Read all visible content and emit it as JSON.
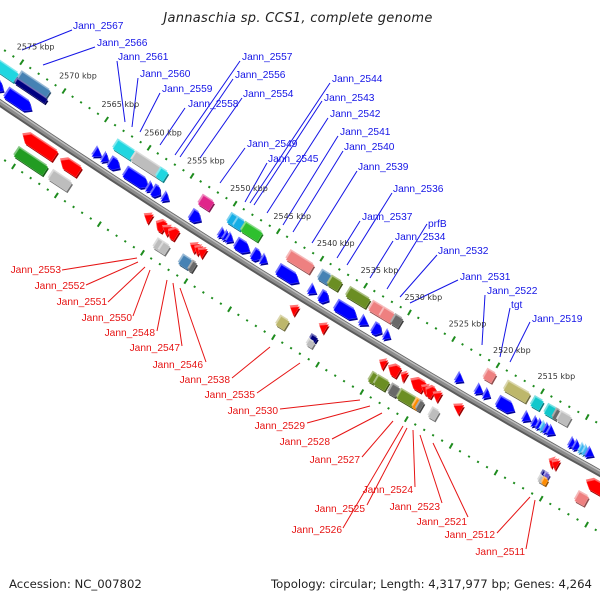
{
  "title": "Jannaschia sp. CCS1, complete genome",
  "footer": {
    "accession": "Accession: NC_007802",
    "summary": "Topology: circular; Length: 4,317,977 bp; Genes: 4,264"
  },
  "colors": {
    "forward_label": "#1414e6",
    "reverse_label": "#e61414",
    "backbone": "#8c8c8c",
    "ruler": "#1e8c1e"
  },
  "palette": {
    "blue": "#0000ff",
    "light_sky_blue": "#3ab4f2",
    "red": "#ff0000",
    "cyan": "#1fd6e0",
    "steel_blue": "#4682b4",
    "navy": "#000080",
    "light_gray": "#bdbdbd",
    "deep_pink": "#e0268a",
    "deep_sky_blue": "#14aee6",
    "lime_green": "#2ec02e",
    "forest_green": "#229c22",
    "light_coral": "#ee8080",
    "olive_drab": "#6b8e23",
    "dim_gray": "#696969",
    "dark_khaki": "#bdb76b",
    "dark_turquoise": "#10c8cc",
    "orange": "#ff8c00",
    "slate_blue": "#6a5acd"
  },
  "ruler": {
    "unit": "kbp",
    "major_tick_kbp": 5,
    "minor_tick_kbp": 1,
    "labels": [
      {
        "kbp": 2575,
        "text": "2575 kbp"
      },
      {
        "kbp": 2570,
        "text": "2570 kbp"
      },
      {
        "kbp": 2565,
        "text": "2565 kbp"
      },
      {
        "kbp": 2560,
        "text": "2560 kbp"
      },
      {
        "kbp": 2555,
        "text": "2555 kbp"
      },
      {
        "kbp": 2550,
        "text": "2550 kbp"
      },
      {
        "kbp": 2545,
        "text": "2545 kbp"
      },
      {
        "kbp": 2540,
        "text": "2540 kbp"
      },
      {
        "kbp": 2535,
        "text": "2535 kbp"
      },
      {
        "kbp": 2530,
        "text": "2530 kbp"
      },
      {
        "kbp": 2525,
        "text": "2525 kbp"
      },
      {
        "kbp": 2520,
        "text": "2520 kbp"
      },
      {
        "kbp": 2515,
        "text": "2515 kbp"
      }
    ]
  },
  "features": [
    {
      "strand": "forward",
      "track": "cog",
      "from_kbp": 2578.0,
      "to_kbp": 2574.6,
      "color": "cyan"
    },
    {
      "strand": "forward",
      "track": "cog",
      "lane": "far",
      "from_kbp": 2574.4,
      "to_kbp": 2571.1,
      "color": "steel_blue"
    },
    {
      "strand": "forward",
      "track": "cog",
      "lane": "near",
      "from_kbp": 2574.4,
      "to_kbp": 2570.9,
      "color": "navy"
    },
    {
      "strand": "forward",
      "track": "cog",
      "from_kbp": 2562.9,
      "to_kbp": 2560.9,
      "color": "cyan"
    },
    {
      "strand": "forward",
      "track": "cog",
      "from_kbp": 2560.8,
      "to_kbp": 2557.9,
      "color": "light_gray"
    },
    {
      "strand": "forward",
      "track": "cog",
      "from_kbp": 2557.9,
      "to_kbp": 2557.1,
      "color": "cyan"
    },
    {
      "strand": "forward",
      "track": "cog",
      "from_kbp": 2553.0,
      "to_kbp": 2551.8,
      "color": "deep_pink"
    },
    {
      "strand": "forward",
      "track": "cog",
      "from_kbp": 2549.7,
      "to_kbp": 2548.9,
      "color": "deep_sky_blue"
    },
    {
      "strand": "forward",
      "track": "cog",
      "from_kbp": 2549.0,
      "to_kbp": 2548.2,
      "color": "deep_sky_blue"
    },
    {
      "strand": "forward",
      "track": "cog",
      "from_kbp": 2548.1,
      "to_kbp": 2546.2,
      "color": "lime_green"
    },
    {
      "strand": "forward",
      "track": "cog",
      "from_kbp": 2542.9,
      "to_kbp": 2540.3,
      "color": "light_coral"
    },
    {
      "strand": "forward",
      "track": "cog",
      "from_kbp": 2539.3,
      "to_kbp": 2538.3,
      "color": "steel_blue"
    },
    {
      "strand": "forward",
      "track": "cog",
      "from_kbp": 2538.2,
      "to_kbp": 2537.1,
      "color": "olive_drab"
    },
    {
      "strand": "forward",
      "track": "cog",
      "from_kbp": 2536.1,
      "to_kbp": 2533.9,
      "color": "olive_drab"
    },
    {
      "strand": "forward",
      "track": "cog",
      "from_kbp": 2533.5,
      "to_kbp": 2532.3,
      "color": "light_coral"
    },
    {
      "strand": "forward",
      "track": "cog",
      "from_kbp": 2532.3,
      "to_kbp": 2531.1,
      "color": "light_coral"
    },
    {
      "strand": "forward",
      "track": "cog",
      "from_kbp": 2531.0,
      "to_kbp": 2530.2,
      "color": "dim_gray"
    },
    {
      "strand": "forward",
      "track": "cog",
      "from_kbp": 2520.6,
      "to_kbp": 2519.7,
      "color": "light_coral"
    },
    {
      "strand": "forward",
      "track": "cog",
      "from_kbp": 2518.3,
      "to_kbp": 2515.9,
      "color": "dark_khaki"
    },
    {
      "strand": "forward",
      "track": "cog",
      "from_kbp": 2515.3,
      "to_kbp": 2514.4,
      "color": "dark_turquoise"
    },
    {
      "strand": "forward",
      "track": "cog",
      "from_kbp": 2513.8,
      "to_kbp": 2512.9,
      "color": "dark_turquoise"
    },
    {
      "strand": "forward",
      "track": "cog",
      "from_kbp": 2512.9,
      "to_kbp": 2512.5,
      "color": "dim_gray"
    },
    {
      "strand": "forward",
      "track": "cog",
      "from_kbp": 2512.4,
      "to_kbp": 2511.3,
      "color": "light_gray"
    },
    {
      "strand": "forward",
      "track": "cds",
      "from_kbp": 2577.5,
      "to_kbp": 2574.9,
      "color": "blue"
    },
    {
      "strand": "forward",
      "track": "cds",
      "from_kbp": 2574.5,
      "to_kbp": 2571.6,
      "color": "blue"
    },
    {
      "strand": "forward",
      "track": "cds",
      "from_kbp": 2564.2,
      "to_kbp": 2563.4,
      "color": "blue"
    },
    {
      "strand": "forward",
      "track": "cds",
      "from_kbp": 2563.2,
      "to_kbp": 2562.6,
      "color": "blue"
    },
    {
      "strand": "forward",
      "track": "cds",
      "from_kbp": 2562.4,
      "to_kbp": 2561.3,
      "color": "blue"
    },
    {
      "strand": "forward",
      "track": "cds",
      "from_kbp": 2560.6,
      "to_kbp": 2558.0,
      "color": "blue"
    },
    {
      "strand": "forward",
      "track": "cds",
      "from_kbp": 2558.0,
      "to_kbp": 2557.3,
      "color": "blue"
    },
    {
      "strand": "forward",
      "track": "cds",
      "from_kbp": 2557.4,
      "to_kbp": 2556.6,
      "color": "blue"
    },
    {
      "strand": "forward",
      "track": "cds",
      "from_kbp": 2556.2,
      "to_kbp": 2555.6,
      "color": "blue"
    },
    {
      "strand": "forward",
      "track": "cds",
      "from_kbp": 2553.0,
      "to_kbp": 2551.9,
      "color": "blue"
    },
    {
      "strand": "forward",
      "track": "cds",
      "from_kbp": 2549.7,
      "to_kbp": 2549.1,
      "color": "blue"
    },
    {
      "strand": "forward",
      "track": "cds",
      "from_kbp": 2549.2,
      "to_kbp": 2548.7,
      "color": "blue"
    },
    {
      "strand": "forward",
      "track": "cds",
      "from_kbp": 2548.8,
      "to_kbp": 2548.2,
      "color": "blue"
    },
    {
      "strand": "forward",
      "track": "cds",
      "from_kbp": 2547.8,
      "to_kbp": 2546.3,
      "color": "blue"
    },
    {
      "strand": "forward",
      "track": "cds",
      "from_kbp": 2545.9,
      "to_kbp": 2545.0,
      "color": "blue"
    },
    {
      "strand": "forward",
      "track": "cds",
      "from_kbp": 2544.9,
      "to_kbp": 2544.3,
      "color": "blue"
    },
    {
      "strand": "forward",
      "track": "cds",
      "from_kbp": 2543.0,
      "to_kbp": 2540.7,
      "color": "blue"
    },
    {
      "strand": "forward",
      "track": "cds",
      "from_kbp": 2539.4,
      "to_kbp": 2538.7,
      "color": "blue"
    },
    {
      "strand": "forward",
      "track": "cds",
      "from_kbp": 2538.2,
      "to_kbp": 2537.3,
      "color": "blue"
    },
    {
      "strand": "forward",
      "track": "cds",
      "from_kbp": 2536.4,
      "to_kbp": 2534.1,
      "color": "blue"
    },
    {
      "strand": "forward",
      "track": "cds",
      "from_kbp": 2533.6,
      "to_kbp": 2532.8,
      "color": "blue"
    },
    {
      "strand": "forward",
      "track": "cds",
      "from_kbp": 2532.2,
      "to_kbp": 2531.3,
      "color": "blue"
    },
    {
      "strand": "forward",
      "track": "cds",
      "from_kbp": 2530.9,
      "to_kbp": 2530.3,
      "color": "blue"
    },
    {
      "strand": "forward",
      "track": "cds",
      "from_kbp": 2522.8,
      "to_kbp": 2522.1,
      "color": "blue"
    },
    {
      "strand": "forward",
      "track": "cds",
      "from_kbp": 2520.6,
      "to_kbp": 2519.9,
      "color": "blue"
    },
    {
      "strand": "forward",
      "track": "cds",
      "from_kbp": 2519.7,
      "to_kbp": 2519.1,
      "color": "blue"
    },
    {
      "strand": "forward",
      "track": "cds",
      "from_kbp": 2518.2,
      "to_kbp": 2516.4,
      "color": "blue"
    },
    {
      "strand": "forward",
      "track": "cds",
      "from_kbp": 2515.3,
      "to_kbp": 2514.6,
      "color": "blue"
    },
    {
      "strand": "forward",
      "track": "cds",
      "from_kbp": 2514.3,
      "to_kbp": 2513.7,
      "color": "blue"
    },
    {
      "strand": "forward",
      "track": "cds",
      "from_kbp": 2513.8,
      "to_kbp": 2513.3,
      "color": "blue"
    },
    {
      "strand": "forward",
      "track": "cds",
      "from_kbp": 2513.4,
      "to_kbp": 2512.9,
      "color": "light_sky_blue"
    },
    {
      "strand": "forward",
      "track": "cds",
      "from_kbp": 2513.0,
      "to_kbp": 2512.5,
      "color": "blue"
    },
    {
      "strand": "forward",
      "track": "cds",
      "from_kbp": 2512.6,
      "to_kbp": 2511.9,
      "color": "blue"
    },
    {
      "strand": "forward",
      "track": "cds",
      "from_kbp": 2510.2,
      "to_kbp": 2509.6,
      "color": "blue"
    },
    {
      "strand": "forward",
      "track": "cds",
      "from_kbp": 2509.7,
      "to_kbp": 2509.1,
      "color": "blue"
    },
    {
      "strand": "forward",
      "track": "cds",
      "from_kbp": 2509.1,
      "to_kbp": 2508.6,
      "color": "light_sky_blue"
    },
    {
      "strand": "forward",
      "track": "cds",
      "from_kbp": 2508.7,
      "to_kbp": 2508.2,
      "color": "light_sky_blue"
    },
    {
      "strand": "forward",
      "track": "cds",
      "from_kbp": 2508.3,
      "to_kbp": 2507.6,
      "color": "blue"
    },
    {
      "strand": "reverse",
      "track": "cds",
      "from_kbp": 2570.9,
      "to_kbp": 2567.2,
      "color": "red"
    },
    {
      "strand": "reverse",
      "track": "cds",
      "from_kbp": 2566.5,
      "to_kbp": 2564.4,
      "color": "red"
    },
    {
      "strand": "reverse",
      "track": "cds",
      "from_kbp": 2556.8,
      "to_kbp": 2556.1,
      "color": "red"
    },
    {
      "strand": "reverse",
      "track": "cds",
      "from_kbp": 2555.4,
      "to_kbp": 2554.5,
      "color": "red"
    },
    {
      "strand": "reverse",
      "track": "cds",
      "from_kbp": 2554.7,
      "to_kbp": 2553.9,
      "color": "red"
    },
    {
      "strand": "reverse",
      "track": "cds",
      "from_kbp": 2554.0,
      "to_kbp": 2553.1,
      "color": "red"
    },
    {
      "strand": "reverse",
      "track": "cds",
      "from_kbp": 2551.5,
      "to_kbp": 2550.8,
      "color": "red"
    },
    {
      "strand": "reverse",
      "track": "cds",
      "from_kbp": 2551.0,
      "to_kbp": 2550.4,
      "color": "red"
    },
    {
      "strand": "reverse",
      "track": "cds",
      "from_kbp": 2550.6,
      "to_kbp": 2549.9,
      "color": "red"
    },
    {
      "strand": "reverse",
      "track": "cds",
      "from_kbp": 2540.1,
      "to_kbp": 2539.4,
      "color": "red"
    },
    {
      "strand": "reverse",
      "track": "cds",
      "from_kbp": 2536.8,
      "to_kbp": 2536.1,
      "color": "red"
    },
    {
      "strand": "reverse",
      "track": "cds",
      "from_kbp": 2530.0,
      "to_kbp": 2529.4,
      "color": "red"
    },
    {
      "strand": "reverse",
      "track": "cds",
      "from_kbp": 2529.0,
      "to_kbp": 2527.9,
      "color": "red"
    },
    {
      "strand": "reverse",
      "track": "cds",
      "from_kbp": 2527.6,
      "to_kbp": 2527.1,
      "color": "red"
    },
    {
      "strand": "reverse",
      "track": "cds",
      "from_kbp": 2526.5,
      "to_kbp": 2525.1,
      "color": "red"
    },
    {
      "strand": "reverse",
      "track": "cds",
      "from_kbp": 2525.3,
      "to_kbp": 2524.6,
      "color": "red"
    },
    {
      "strand": "reverse",
      "track": "cds",
      "from_kbp": 2524.8,
      "to_kbp": 2524.0,
      "color": "red"
    },
    {
      "strand": "reverse",
      "track": "cds",
      "from_kbp": 2524.0,
      "to_kbp": 2523.3,
      "color": "red"
    },
    {
      "strand": "reverse",
      "track": "cds",
      "from_kbp": 2521.7,
      "to_kbp": 2520.9,
      "color": "red"
    },
    {
      "strand": "reverse",
      "track": "cds",
      "from_kbp": 2511.1,
      "to_kbp": 2510.6,
      "color": "red"
    },
    {
      "strand": "reverse",
      "track": "cds",
      "from_kbp": 2510.8,
      "to_kbp": 2510.2,
      "color": "red"
    },
    {
      "strand": "reverse",
      "track": "cds",
      "from_kbp": 2507.0,
      "to_kbp": 2505.0,
      "color": "red"
    },
    {
      "strand": "reverse",
      "track": "cog",
      "from_kbp": 2570.5,
      "to_kbp": 2567.2,
      "color": "forest_green"
    },
    {
      "strand": "reverse",
      "track": "cog",
      "from_kbp": 2566.5,
      "to_kbp": 2564.4,
      "color": "light_gray"
    },
    {
      "strand": "reverse",
      "track": "cog",
      "from_kbp": 2554.4,
      "to_kbp": 2553.8,
      "color": "light_gray"
    },
    {
      "strand": "reverse",
      "track": "cog",
      "from_kbp": 2553.8,
      "to_kbp": 2553.1,
      "color": "light_gray"
    },
    {
      "strand": "reverse",
      "track": "cog",
      "from_kbp": 2551.5,
      "to_kbp": 2550.5,
      "color": "steel_blue"
    },
    {
      "strand": "reverse",
      "track": "cog",
      "from_kbp": 2550.4,
      "to_kbp": 2550.0,
      "color": "dim_gray"
    },
    {
      "strand": "reverse",
      "track": "cog",
      "from_kbp": 2540.4,
      "to_kbp": 2539.5,
      "color": "dark_khaki"
    },
    {
      "strand": "reverse",
      "track": "cog",
      "lane": "near",
      "from_kbp": 2536.9,
      "to_kbp": 2536.3,
      "color": "navy"
    },
    {
      "strand": "reverse",
      "track": "cog",
      "lane": "far",
      "from_kbp": 2536.9,
      "to_kbp": 2536.3,
      "color": "light_gray"
    },
    {
      "strand": "reverse",
      "track": "cog",
      "from_kbp": 2530.0,
      "to_kbp": 2529.5,
      "color": "olive_drab"
    },
    {
      "strand": "reverse",
      "track": "cog",
      "from_kbp": 2529.4,
      "to_kbp": 2528.2,
      "color": "olive_drab"
    },
    {
      "strand": "reverse",
      "track": "cog",
      "from_kbp": 2527.8,
      "to_kbp": 2527.0,
      "color": "dim_gray"
    },
    {
      "strand": "reverse",
      "track": "cog",
      "from_kbp": 2526.8,
      "to_kbp": 2525.1,
      "color": "olive_drab"
    },
    {
      "strand": "reverse",
      "track": "cog",
      "from_kbp": 2525.1,
      "to_kbp": 2524.7,
      "color": "orange"
    },
    {
      "strand": "reverse",
      "track": "cog",
      "from_kbp": 2524.7,
      "to_kbp": 2524.3,
      "color": "dim_gray"
    },
    {
      "strand": "reverse",
      "track": "cog",
      "from_kbp": 2523.3,
      "to_kbp": 2522.6,
      "color": "light_gray"
    },
    {
      "strand": "reverse",
      "track": "cog",
      "lane": "near",
      "from_kbp": 2511.1,
      "to_kbp": 2510.8,
      "color": "navy"
    },
    {
      "strand": "reverse",
      "track": "cog",
      "lane": "near",
      "from_kbp": 2510.8,
      "to_kbp": 2510.4,
      "color": "slate_blue"
    },
    {
      "strand": "reverse",
      "track": "cog",
      "lane": "far",
      "from_kbp": 2511.1,
      "to_kbp": 2510.7,
      "color": "light_gray"
    },
    {
      "strand": "reverse",
      "track": "cog",
      "lane": "far",
      "from_kbp": 2510.7,
      "to_kbp": 2510.3,
      "color": "orange"
    },
    {
      "strand": "reverse",
      "track": "cog",
      "from_kbp": 2507.1,
      "to_kbp": 2506.1,
      "color": "light_coral"
    }
  ],
  "gene_labels": {
    "forward": [
      "Jann_2567",
      "Jann_2566",
      "Jann_2561",
      "Jann_2560",
      "Jann_2559",
      "Jann_2558",
      "Jann_2557",
      "Jann_2556",
      "Jann_2554",
      "Jann_2549",
      "Jann_2545",
      "Jann_2544",
      "Jann_2543",
      "Jann_2542",
      "Jann_2541",
      "Jann_2540",
      "Jann_2539",
      "Jann_2536",
      "Jann_2537",
      "prfB",
      "Jann_2534",
      "Jann_2532",
      "Jann_2531",
      "Jann_2522",
      "tgt",
      "Jann_2519"
    ],
    "reverse": [
      "Jann_2553",
      "Jann_2552",
      "Jann_2551",
      "Jann_2550",
      "Jann_2548",
      "Jann_2547",
      "Jann_2546",
      "Jann_2538",
      "Jann_2535",
      "Jann_2530",
      "Jann_2529",
      "Jann_2528",
      "Jann_2527",
      "Jann_2524",
      "Jann_2525",
      "Jann_2523",
      "Jann_2526",
      "Jann_2521",
      "Jann_2512",
      "Jann_2511"
    ]
  }
}
